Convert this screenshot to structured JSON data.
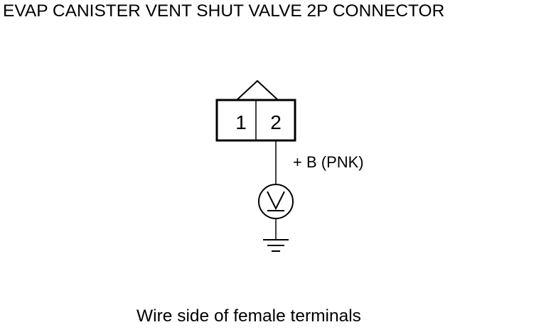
{
  "title": "EVAP CANISTER VENT SHUT VALVE 2P CONNECTOR",
  "connector": {
    "pins": [
      "1",
      "2"
    ]
  },
  "probe": {
    "wire_label": "+ B (PNK)"
  },
  "caption": "Wire side of female terminals",
  "icons": {
    "meter": "voltmeter-icon",
    "ground": "ground-icon"
  }
}
